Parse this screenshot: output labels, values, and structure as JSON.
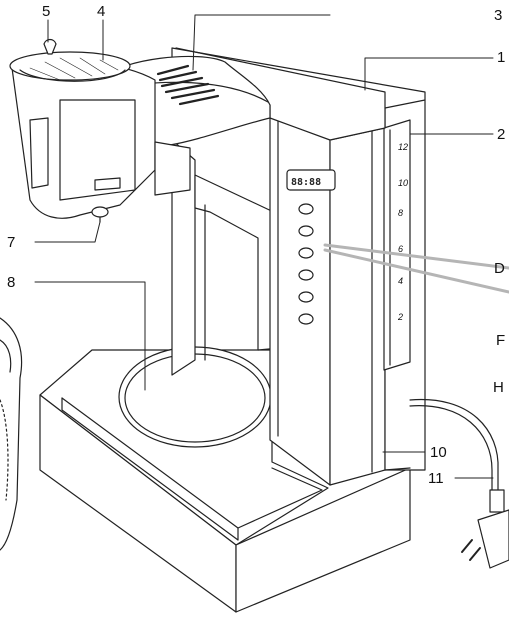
{
  "callouts": {
    "n1": "1",
    "n2": "2",
    "n3": "3",
    "n4": "4",
    "n5": "5",
    "n7": "7",
    "n8": "8",
    "n10": "10",
    "n11": "11",
    "letter_d": "D",
    "letter_f": "F",
    "letter_h": "H"
  },
  "display": {
    "digits": "88:88"
  },
  "water_scale": [
    "12",
    "10",
    "8",
    "6",
    "4",
    "2"
  ],
  "colors": {
    "line": "#222222",
    "fill": "#ffffff",
    "pointer": "#b5b5b5"
  }
}
